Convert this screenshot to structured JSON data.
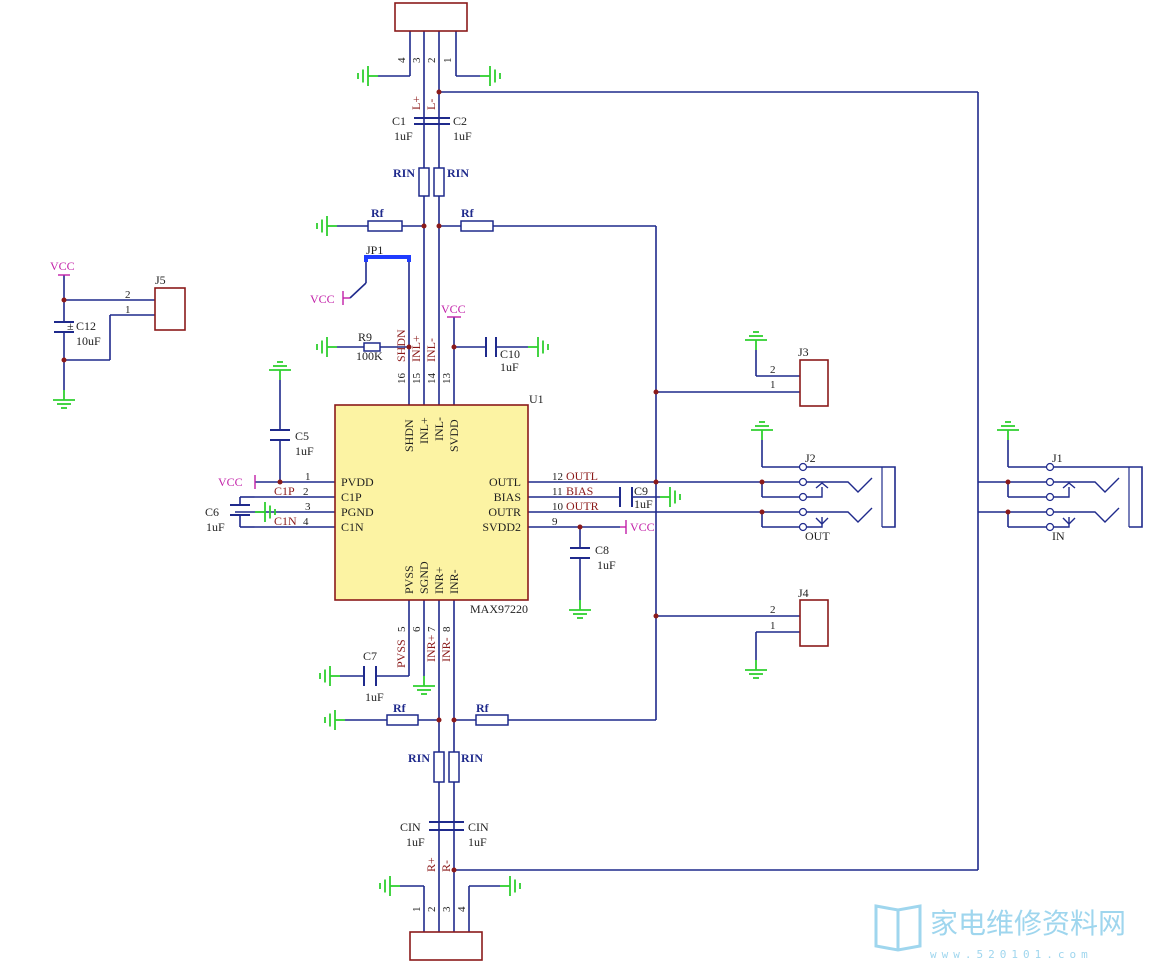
{
  "colors": {
    "wire": "#1f2a8c",
    "ground": "#2fd02f",
    "power": "#c21fa8",
    "part": "#8b1a1a",
    "ic_fill": "#fcf3a3"
  },
  "power": {
    "vcc": "VCC"
  },
  "u1": {
    "ref": "U1",
    "part": "MAX97220",
    "pins_top": [
      "SHDN",
      "INL+",
      "INL-",
      "SVDD"
    ],
    "pins_top_num": [
      "16",
      "15",
      "14",
      "13"
    ],
    "pins_left": [
      "PVDD",
      "C1P",
      "PGND",
      "C1N"
    ],
    "pins_left_num": [
      "1",
      "2",
      "3",
      "4"
    ],
    "pins_right": [
      "OUTL",
      "BIAS",
      "OUTR",
      "SVDD2"
    ],
    "pins_right_num": [
      "12",
      "11",
      "10",
      "9"
    ],
    "pins_bottom": [
      "PVSS",
      "SGND",
      "INR+",
      "INR-"
    ],
    "pins_bottom_num": [
      "5",
      "6",
      "7",
      "8"
    ]
  },
  "nets": {
    "lp": "L+",
    "lm": "L-",
    "rp": "R+",
    "rm": "R-",
    "shdn": "SHDN",
    "inlp": "INL+",
    "inlm": "INL-",
    "inrp": "INR+",
    "inrm": "INR-",
    "pvss": "PVSS",
    "c1p": "C1P",
    "c1n": "C1N",
    "outl": "OUTL",
    "bias": "BIAS",
    "outr": "OUTR"
  },
  "parts": {
    "c1": {
      "ref": "C1",
      "val": "1uF"
    },
    "c2": {
      "ref": "C2",
      "val": "1uF"
    },
    "cin": {
      "ref": "CIN",
      "val": "1uF"
    },
    "c5": {
      "ref": "C5",
      "val": "1uF"
    },
    "c6": {
      "ref": "C6",
      "val": "1uF"
    },
    "c7": {
      "ref": "C7",
      "val": "1uF"
    },
    "c8": {
      "ref": "C8",
      "val": "1uF"
    },
    "c9": {
      "ref": "C9",
      "val": "1uF"
    },
    "c10": {
      "ref": "C10",
      "val": "1uF"
    },
    "c12": {
      "ref": "C12",
      "val": "10uF",
      "plus": "±"
    },
    "r9": {
      "ref": "R9",
      "val": "100K"
    },
    "rin": "RIN",
    "rf": "Rf",
    "jp1": "JP1"
  },
  "conn": {
    "top_pins": [
      "4",
      "3",
      "2",
      "1"
    ],
    "bottom_pins": [
      "1",
      "2",
      "3",
      "4"
    ],
    "j1": {
      "ref": "J1",
      "label": "IN"
    },
    "j2": {
      "ref": "J2",
      "label": "OUT"
    },
    "j3": {
      "ref": "J3",
      "pins": [
        "2",
        "1"
      ]
    },
    "j4": {
      "ref": "J4",
      "pins": [
        "2",
        "1"
      ]
    },
    "j5": {
      "ref": "J5",
      "pins": [
        "2",
        "1"
      ]
    }
  },
  "watermark": {
    "text": "家电维修资料网",
    "url": "www.520101.com"
  }
}
